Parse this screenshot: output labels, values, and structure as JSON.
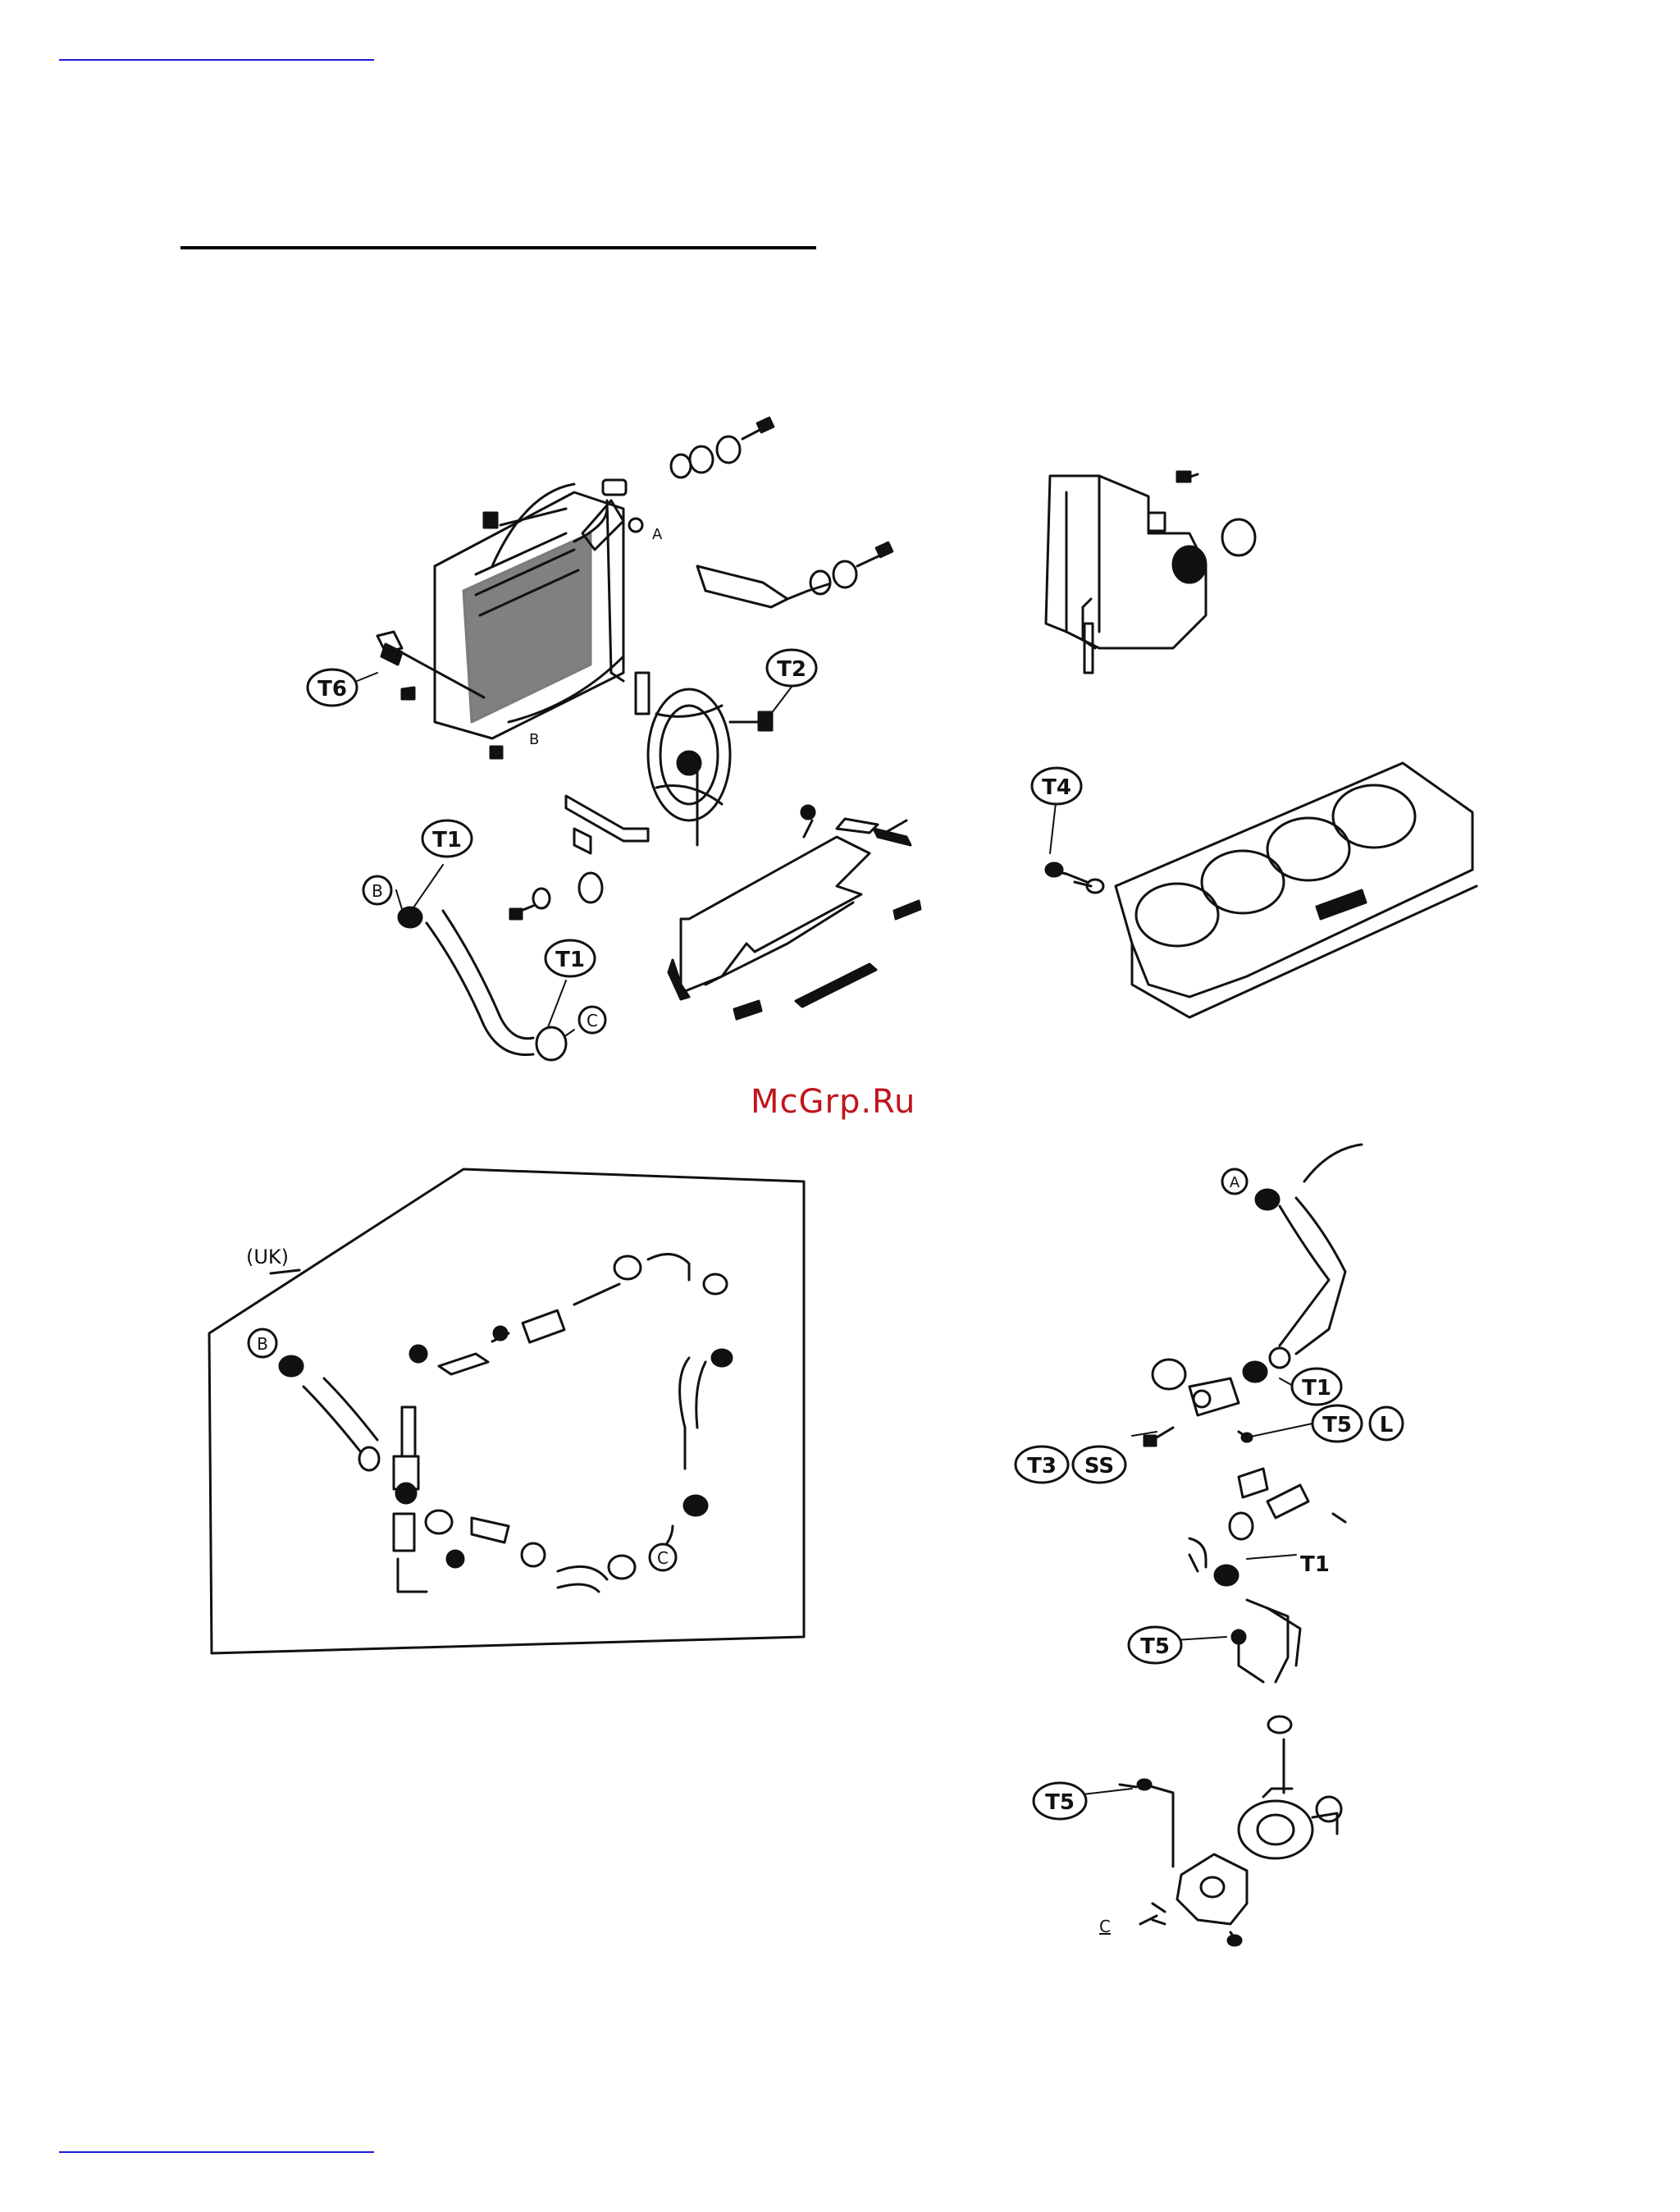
{
  "colors": {
    "rule": "#1b1bd6",
    "watermark": "#c0141c",
    "ink": "#111111"
  },
  "watermark": "McGrp.Ru",
  "labels": {
    "t1": "T1",
    "t2": "T2",
    "t3": "T3",
    "t4": "T4",
    "t5": "T5",
    "t6": "T6",
    "ss": "SS",
    "l": "L",
    "a": "A",
    "b": "B",
    "c": "C",
    "uk": "(UK)"
  }
}
